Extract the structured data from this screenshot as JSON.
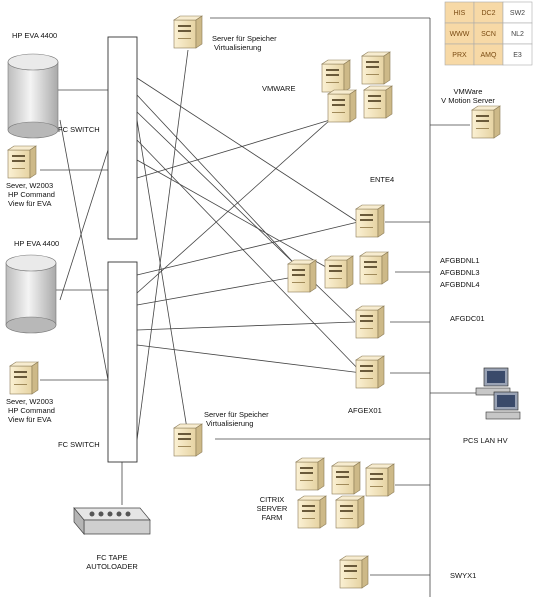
{
  "legend": {
    "cells": [
      {
        "label": "HIS",
        "active": true
      },
      {
        "label": "DC2",
        "active": true
      },
      {
        "label": "SW2",
        "active": false
      },
      {
        "label": "WWW",
        "active": true
      },
      {
        "label": "SCN",
        "active": true
      },
      {
        "label": "NL2",
        "active": false
      },
      {
        "label": "PRX",
        "active": true
      },
      {
        "label": "AMQ",
        "active": true
      },
      {
        "label": "E3",
        "active": false
      }
    ],
    "active_color": "#f7d9a6",
    "active_text_color": "#7a4b12",
    "inactive_color": "#ffffff",
    "inactive_text_color": "#444444"
  },
  "labels": {
    "eva_top": "HP EVA 4400",
    "eva_bottom": "HP EVA 4400",
    "fc_switch_top": "FC SWITCH",
    "fc_switch_bottom": "FC SWITCH",
    "server_virt_top_1": "Server für Speicher",
    "server_virt_top_2": "Virtualisierung",
    "server_virt_bottom_1": "Server für Speicher",
    "server_virt_bottom_2": "Virtualisierung",
    "vmware": "VMWARE",
    "vmotion_1": "VMWare",
    "vmotion_2": "V Motion Server",
    "ente4": "ENTE4",
    "sever_top_1": "Sever, W2003",
    "sever_top_2": "HP Command",
    "sever_top_3": "View für EVA",
    "sever_bottom_1": "Sever, W2003",
    "sever_bottom_2": "HP Command",
    "sever_bottom_3": "View für EVA",
    "afgbdnl1": "AFGBDNL1",
    "afgbdnl3": "AFGBDNL3",
    "afgbdnl4": "AFGBDNL4",
    "afgdc01": "AFGDC01",
    "afgex01": "AFGEX01",
    "pcs_lan": "PCS LAN HV",
    "citrix_1": "CITRIX",
    "citrix_2": "SERVER",
    "citrix_3": "FARM",
    "fc_tape_1": "FC TAPE",
    "fc_tape_2": "AUTOLOADER",
    "swyx": "SWYX1"
  },
  "colors": {
    "server_body": "#f2e3bd",
    "server_side": "#d9c79a",
    "line": "#444444",
    "storage": "#dcdcdc"
  }
}
